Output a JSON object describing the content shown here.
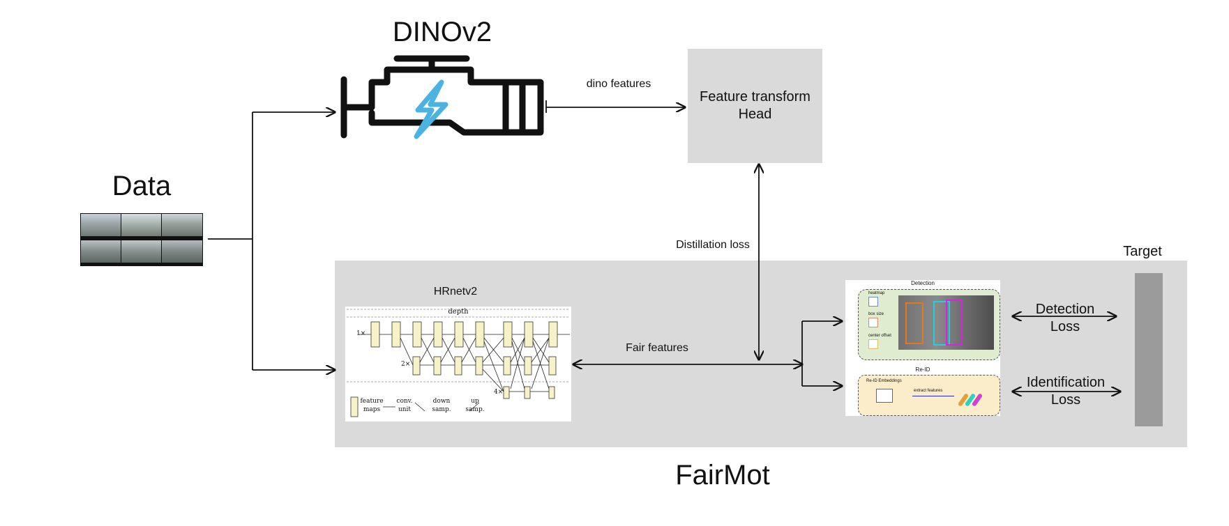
{
  "dinov2": {
    "title": "DINOv2"
  },
  "data_block": {
    "title": "Data"
  },
  "head_box": {
    "line1": "Feature transform",
    "line2": "Head"
  },
  "edges": {
    "dino_features": "dino features",
    "distillation_loss": "Distillation loss",
    "fair_features": "Fair features"
  },
  "fairmot": {
    "title": "FairMot",
    "backbone_title": "HRnetv2",
    "hrnet_figure": {
      "depth": "depth",
      "scale_1x": "1×",
      "scale_2x": "2×",
      "scale_4x": "4×",
      "legend_feature": "feature",
      "legend_maps": "maps",
      "legend_conv": "conv.",
      "legend_unit": "unit",
      "legend_down": "down",
      "legend_down2": "samp.",
      "legend_up": "up",
      "legend_up2": "samp."
    },
    "heads_figure": {
      "detection": "Detection",
      "heatmap": "heatmap",
      "box_size": "box size",
      "center_offset": "center offset",
      "reid": "Re-ID",
      "reid_embeddings": "Re-ID Embeddings",
      "extract_features": "extract features"
    },
    "target": "Target",
    "detection_loss": {
      "line1": "Detection",
      "line2": "Loss"
    },
    "identification_loss": {
      "line1": "Identification",
      "line2": "Loss"
    }
  },
  "colors": {
    "panel_gray": "#dadada",
    "target_gray": "#9b9b9b",
    "lightning_blue": "#4ab3e2",
    "detection_green": "#dfeccf",
    "reid_beige": "#fbedc9"
  }
}
